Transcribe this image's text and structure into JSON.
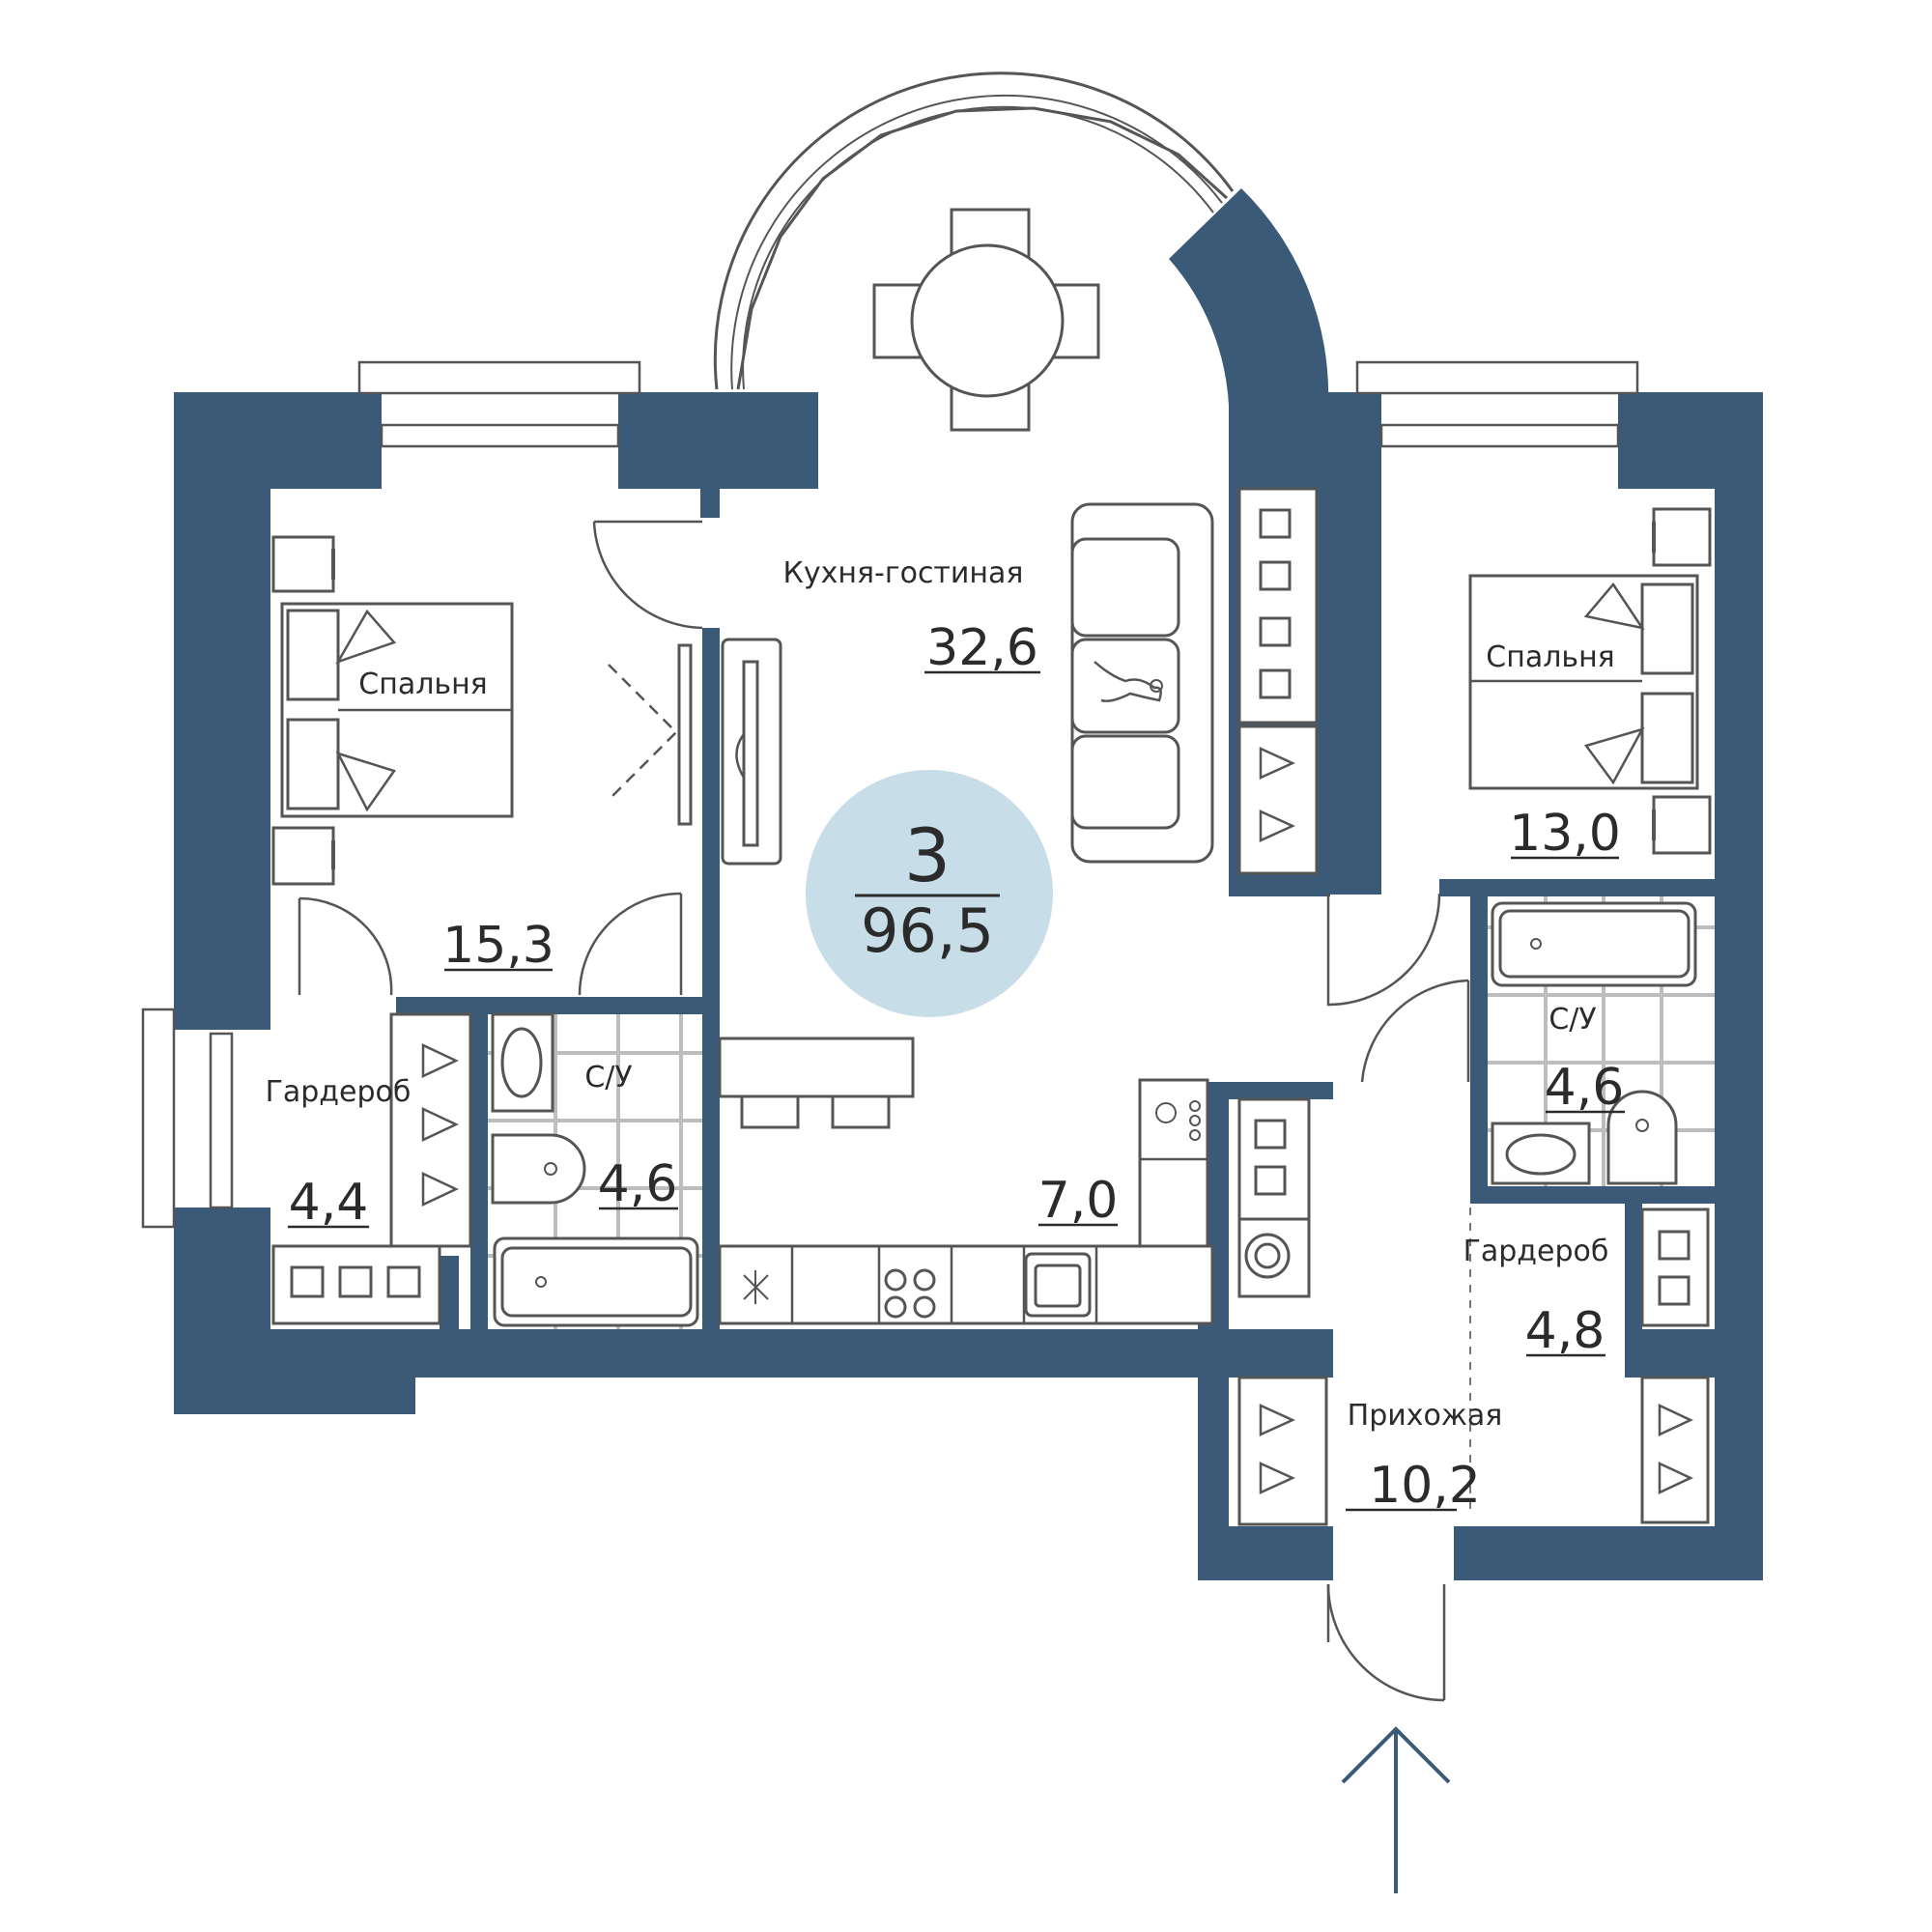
{
  "plan": {
    "rooms_count": "3",
    "total_area": "96,5",
    "accent_color": "#3a5a78",
    "badge_color": "#c7dde8"
  },
  "rooms": {
    "kitchen_living": {
      "name": "Кухня-гостиная",
      "area": "32,6"
    },
    "kitchen": {
      "area": "7,0"
    },
    "bedroom_left": {
      "name": "Спальня",
      "area": "15,3"
    },
    "bedroom_right": {
      "name": "Спальня",
      "area": "13,0"
    },
    "bath_left": {
      "name": "С/У",
      "area": "4,6"
    },
    "bath_right": {
      "name": "С/У",
      "area": "4,6"
    },
    "wardrobe_left": {
      "name": "Гардероб",
      "area": "4,4"
    },
    "wardrobe_right": {
      "name": "Гардероб",
      "area": "4,8"
    },
    "hallway": {
      "name": "Прихожая",
      "area": "10,2"
    }
  },
  "icons": {
    "entrance": "entrance-arrow-icon",
    "hanger": "hanger-icon",
    "bed": "bed-icon",
    "sofa": "sofa-icon",
    "dining_table": "dining-table-icon",
    "stove": "stove-icon",
    "sink": "sink-icon",
    "toilet": "toilet-icon",
    "bathtub": "bathtub-icon",
    "washer": "washing-machine-icon",
    "cat": "cat-icon"
  }
}
